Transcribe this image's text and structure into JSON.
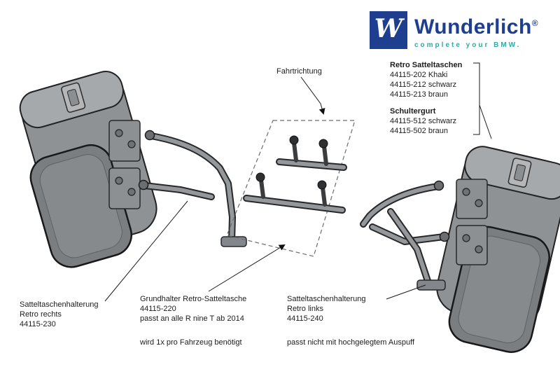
{
  "logo": {
    "monogram": "W",
    "brand": "Wunderlich",
    "registered": "®",
    "tagline": "complete your BMW.",
    "box_color": "#1e3f8f",
    "brand_color": "#1e3f8f",
    "tagline_color": "#35a8a3"
  },
  "annotations": {
    "direction_label": "Fahrtrichtung",
    "bags": {
      "title": "Retro Satteltaschen",
      "items": [
        "44115-202 Khaki",
        "44115-212 schwarz",
        "44115-213 braun"
      ]
    },
    "strap": {
      "title": "Schultergurt",
      "items": [
        "44115-512 schwarz",
        "44115-502 braun"
      ]
    },
    "holder_right": {
      "lines": [
        "Satteltaschenhalterung",
        "Retro rechts",
        "44115-230"
      ]
    },
    "base_holder": {
      "lines": [
        "Grundhalter Retro-Satteltasche",
        "44115-220",
        "passt an alle R nine T ab 2014"
      ],
      "note": "wird 1x pro Fahrzeug benötigt"
    },
    "holder_left": {
      "lines": [
        "Satteltaschenhalterung",
        "Retro links",
        "44115-240"
      ],
      "note": "passt nicht mit hochgelegtem Auspuff"
    }
  }
}
